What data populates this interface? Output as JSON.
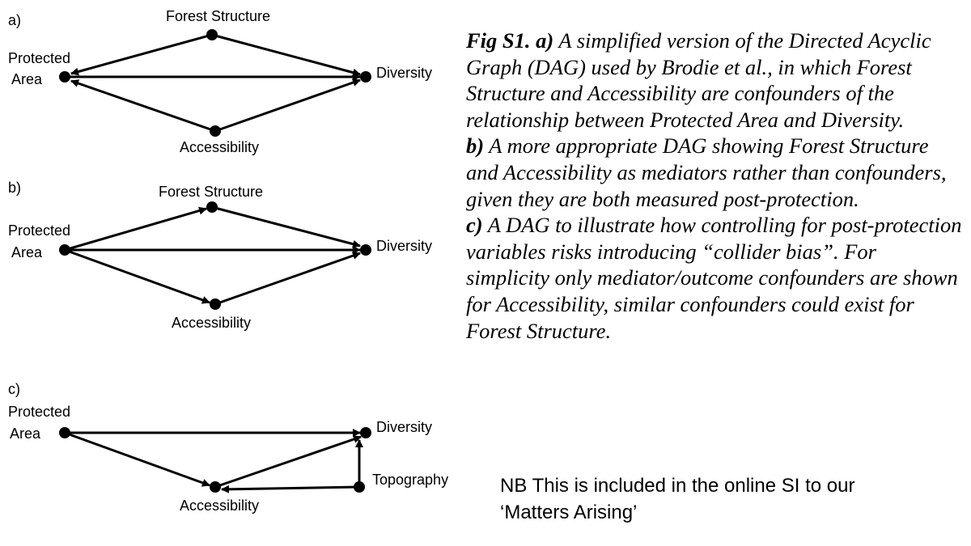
{
  "colors": {
    "ink": "#000000",
    "background": "#ffffff"
  },
  "panels": [
    {
      "label": "a)",
      "nodes": {
        "protected_area": [
          "Protected",
          "Area"
        ],
        "forest_structure": "Forest Structure",
        "diversity": "Diversity",
        "accessibility": "Accessibility"
      }
    },
    {
      "label": "b)",
      "nodes": {
        "protected_area": [
          "Protected",
          "Area"
        ],
        "forest_structure": "Forest Structure",
        "diversity": "Diversity",
        "accessibility": "Accessibility"
      }
    },
    {
      "label": "c)",
      "nodes": {
        "protected_area": [
          "Protected",
          "Area"
        ],
        "diversity": "Diversity",
        "accessibility": "Accessibility",
        "topography": "Topography"
      }
    }
  ],
  "caption": {
    "fig_label": "Fig S1.",
    "a_label": "a)",
    "a_text": "A simplified version of the Directed Acyclic Graph (DAG) used by Brodie et al., in which Forest Structure and Accessibility are confounders of the relationship between Protected Area and Diversity.",
    "b_label": "b)",
    "b_text": "A more appropriate DAG showing Forest Structure and Accessibility as mediators rather than confounders, given they are both measured post-protection.",
    "c_label": "c)",
    "c_text": "A DAG to illustrate how controlling for post-protection variables risks introducing “collider bias”. For simplicity only mediator/outcome confounders are shown for Accessibility, similar confounders could exist for Forest Structure."
  },
  "note": "NB This is included in the online SI to our ‘Matters Arising’"
}
